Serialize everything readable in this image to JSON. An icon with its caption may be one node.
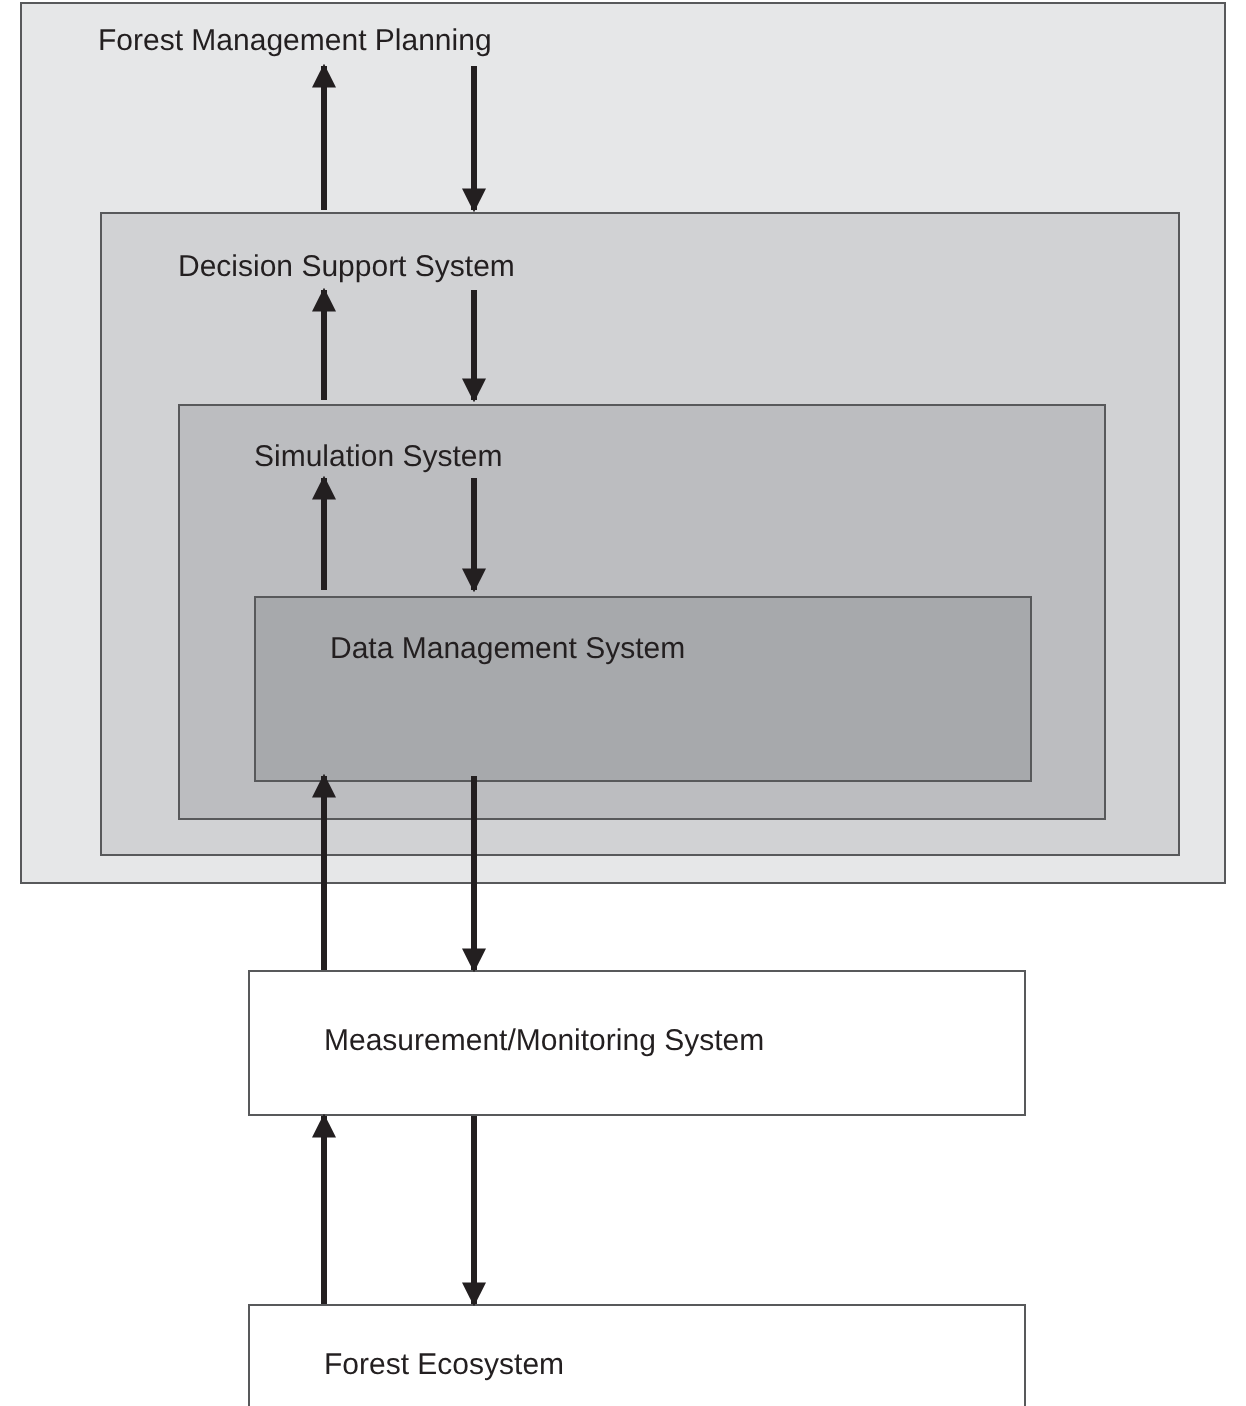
{
  "diagram": {
    "nodes": [
      {
        "text": [
          "Forest Management Planning"
        ]
      },
      {
        "text": [
          "Decision Support System"
        ],
        "in": 0
      },
      {
        "text": [
          "Simulation System"
        ],
        "in": 1
      },
      {
        "text": [
          "Data Management System"
        ],
        "in": 2
      },
      {
        "text": [
          "Measurement/Monitoring System"
        ]
      },
      {
        "text": [
          "Forest Ecosystem"
        ]
      }
    ],
    "edges": [
      {
        "from": 1,
        "to": 0,
        "arrow": "to"
      },
      {
        "from": 0,
        "to": 1,
        "arrow": "to"
      },
      {
        "from": 2,
        "to": 1,
        "arrow": "to"
      },
      {
        "from": 1,
        "to": 2,
        "arrow": "to"
      },
      {
        "from": 3,
        "to": 2,
        "arrow": "to"
      },
      {
        "from": 2,
        "to": 3,
        "arrow": "to"
      },
      {
        "from": 4,
        "to": 3,
        "arrow": "to"
      },
      {
        "from": 3,
        "to": 4,
        "arrow": "to"
      },
      {
        "from": 5,
        "to": 4,
        "arrow": "to"
      },
      {
        "from": 4,
        "to": 5,
        "arrow": "to"
      }
    ]
  }
}
